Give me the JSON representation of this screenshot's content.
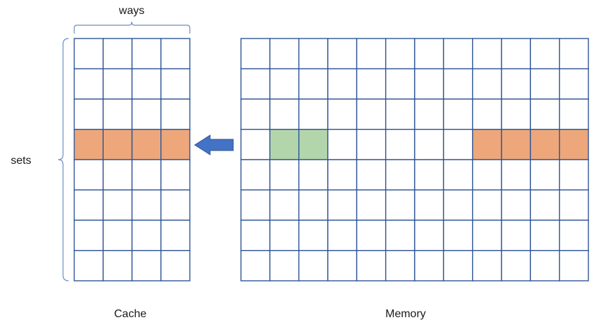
{
  "labels": {
    "ways": "ways",
    "sets": "sets",
    "cache": "Cache",
    "memory": "Memory"
  },
  "cache": {
    "rows": 8,
    "cols": 4,
    "highlight_row": 3
  },
  "memory": {
    "rows": 8,
    "cols": 12,
    "highlights": [
      {
        "row": 3,
        "cols": [
          1,
          2
        ],
        "color": "#b3d5ac"
      },
      {
        "row": 3,
        "cols": [
          8,
          9,
          10,
          11
        ],
        "color": "#eda77b"
      }
    ]
  },
  "colors": {
    "grid_line": "#2f5596",
    "cache_highlight": "#eda77b",
    "arrow": "#4472c4",
    "brace": "#6a8dc2"
  }
}
